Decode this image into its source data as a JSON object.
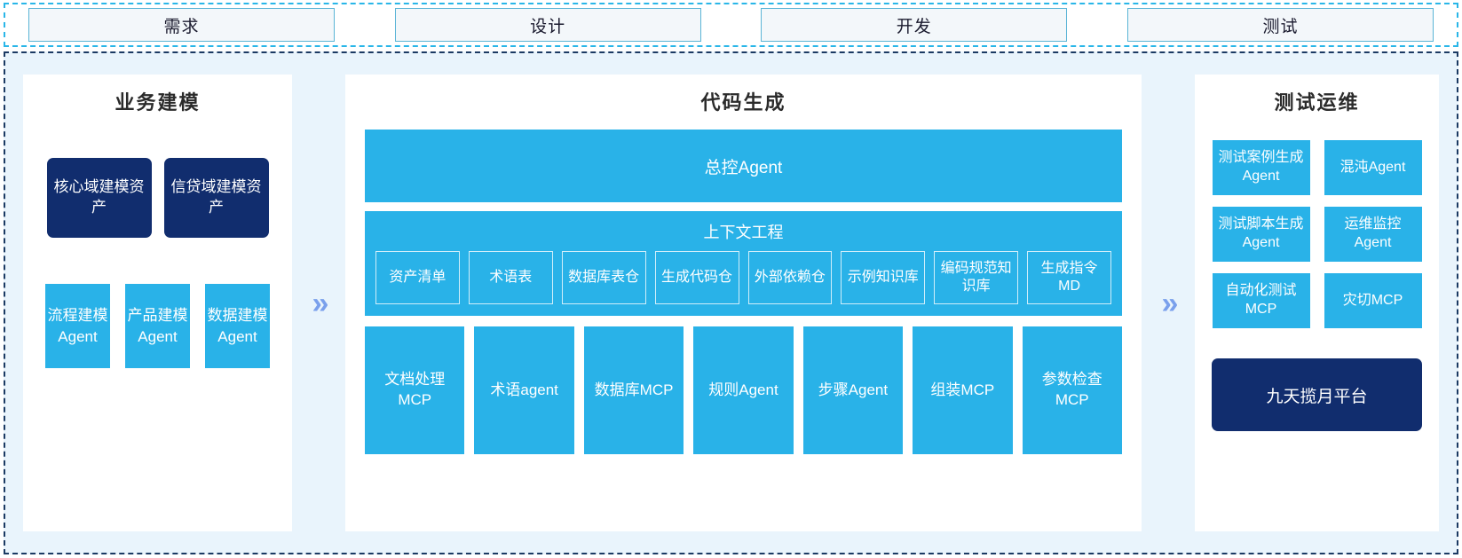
{
  "colors": {
    "accent_blue": "#29b2e8",
    "dark_navy": "#112d6e",
    "panel_bg": "#e9f4fc",
    "phase_fill": "#f3f7fa",
    "phase_border": "#5ab4d6",
    "chevron": "#7aa0ec",
    "dashed_top": "#29b6e8",
    "dashed_main": "#1b3a63"
  },
  "phases": [
    {
      "label": "需求"
    },
    {
      "label": "设计"
    },
    {
      "label": "开发"
    },
    {
      "label": "测试"
    }
  ],
  "left_panel": {
    "title": "业务建模",
    "assets": [
      {
        "label": "核心域建模资产"
      },
      {
        "label": "信贷域建模资产"
      }
    ],
    "modeling_agents": [
      {
        "label": "流程建模Agent"
      },
      {
        "label": "产品建模Agent"
      },
      {
        "label": "数据建模Agent"
      }
    ]
  },
  "separators": {
    "left_chevron": "»",
    "right_chevron": "»"
  },
  "center_panel": {
    "title": "代码生成",
    "master_agent": "总控Agent",
    "context_engineering": {
      "title": "上下文工程",
      "items": [
        {
          "label": "资产清单"
        },
        {
          "label": "术语表"
        },
        {
          "label": "数据库表仓"
        },
        {
          "label": "生成代码仓"
        },
        {
          "label": "外部依赖仓"
        },
        {
          "label": "示例知识库"
        },
        {
          "label": "编码规范知识库"
        },
        {
          "label": "生成指令MD"
        }
      ]
    },
    "tools": [
      {
        "label": "文档处理MCP"
      },
      {
        "label": "术语agent"
      },
      {
        "label": "数据库MCP"
      },
      {
        "label": "规则Agent"
      },
      {
        "label": "步骤Agent"
      },
      {
        "label": "组装MCP"
      },
      {
        "label": "参数检查MCP"
      }
    ]
  },
  "right_panel": {
    "title": "测试运维",
    "items": [
      {
        "label": "测试案例生成Agent"
      },
      {
        "label": "混沌Agent"
      },
      {
        "label": "测试脚本生成Agent"
      },
      {
        "label": "运维监控Agent"
      },
      {
        "label": "自动化测试MCP"
      },
      {
        "label": "灾切MCP"
      }
    ],
    "platform": "九天揽月平台"
  }
}
